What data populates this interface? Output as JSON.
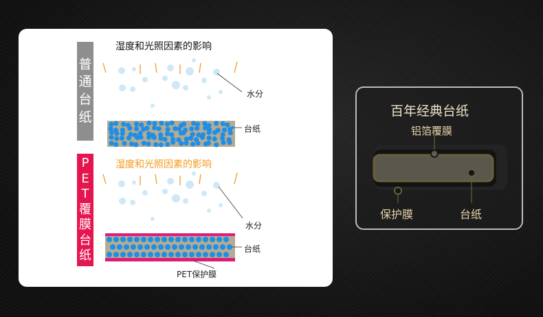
{
  "left_panel": {
    "tab_normal": [
      "普",
      "通",
      "台",
      "纸"
    ],
    "tab_pet": [
      "P",
      "E",
      "T",
      "覆",
      "膜",
      "台",
      "纸"
    ],
    "title_top": "湿度和光照因素的影响",
    "title_bottom": "湿度和光照因素的影响",
    "label_moisture_top": "水分",
    "label_paper_top": "台纸",
    "label_moisture_bottom": "水分",
    "label_paper_bottom": "台纸",
    "label_pet_film": "PET保护膜"
  },
  "right_panel": {
    "title": "百年经典台纸",
    "label_foil": "铝箔覆膜",
    "label_film": "保护膜",
    "label_paper": "台纸"
  },
  "colors": {
    "gray_tab": "#8e8e8e",
    "pink_tab": "#e5154f",
    "paper": "#b3ab94",
    "dot_blue": "#1f8fe6",
    "droplet": "#cfe8f7",
    "orange_ray": "#f29a1d",
    "gold": "#d9c56b",
    "pet_layer": "#e0197a"
  }
}
